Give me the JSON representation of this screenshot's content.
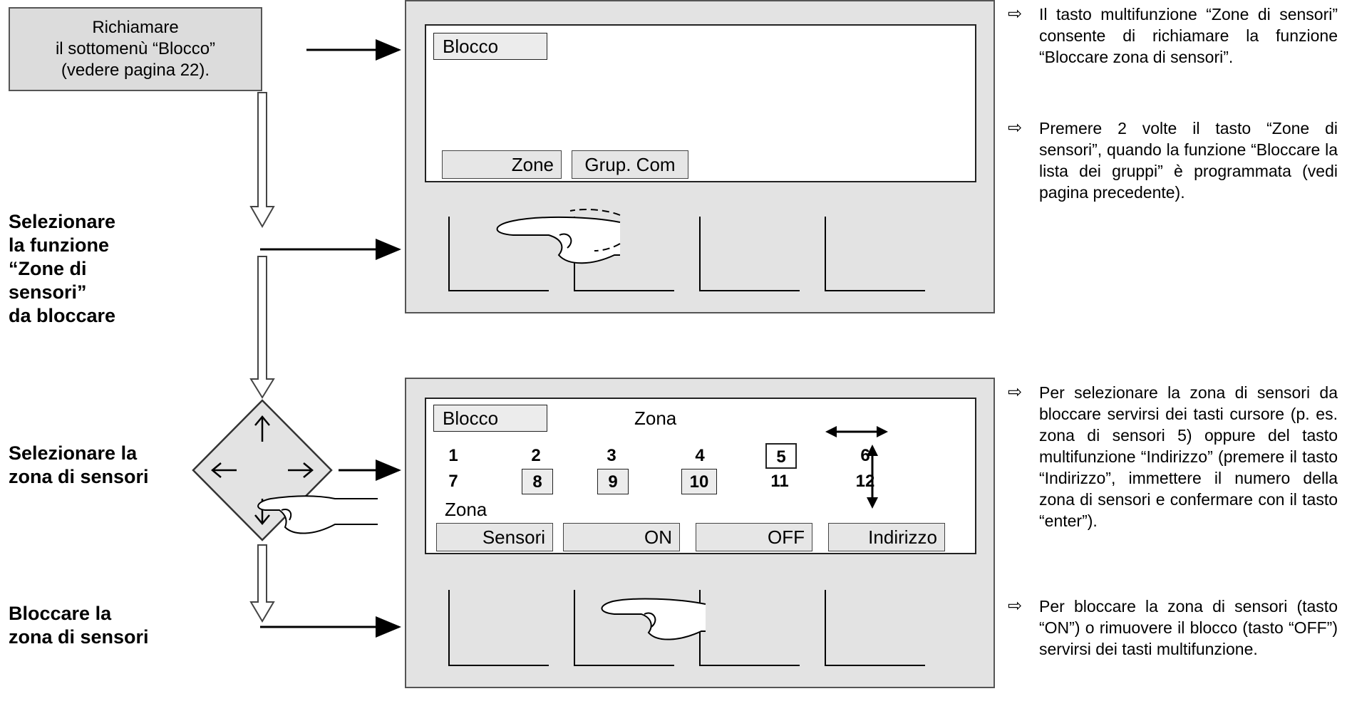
{
  "steps": {
    "step1": [
      "Richiamare",
      "il sottomenù “Blocco”",
      "(vedere pagina 22)."
    ],
    "step2": [
      "Selezionare",
      "la funzione",
      "“Zone di",
      "sensori”",
      "da bloccare"
    ],
    "step3": [
      "Selezionare la",
      "zona di sensori"
    ],
    "step4": [
      "Bloccare la",
      "zona di sensori"
    ]
  },
  "display1": {
    "title": "Blocco",
    "softkey1": "Zone",
    "softkey2": "Grup. Com"
  },
  "display2": {
    "title": "Blocco",
    "heading": "Zona",
    "row1": [
      "1",
      "2",
      "3",
      "4",
      "5",
      "6"
    ],
    "row2": [
      "7",
      "8",
      "9",
      "10",
      "11",
      "12"
    ],
    "zone_label": "Zona",
    "softkeys": [
      "Sensori",
      "ON",
      "OFF",
      "Indirizzo"
    ]
  },
  "keypad": {
    "up": "↑",
    "down": "↓",
    "left": "←",
    "right": "→"
  },
  "notes": {
    "arrow": "⇨",
    "note1": "Il tasto multifunzione “Zone di sensori” consente di richiamare la funzione “Bloccare zona di sensori”.",
    "note2": "Premere 2 volte il tasto “Zone di sensori”, quando la funzione “Bloccare la lista dei gruppi” è programmata (vedi pagina precedente).",
    "note3": "Per selezionare la zona di sensori da bloccare servirsi dei tasti cursore (p. es. zona di sensori 5) oppure del tasto multifunzione “Indirizzo” (premere il tasto “Indirizzo”, immettere il numero della zona di sensori e confermare con il tasto “enter”).",
    "note4": "Per bloccare la zona di sensori (tasto “ON”) o rimuovere il blocco (tasto “OFF”) servirsi dei tasti multifunzione."
  }
}
